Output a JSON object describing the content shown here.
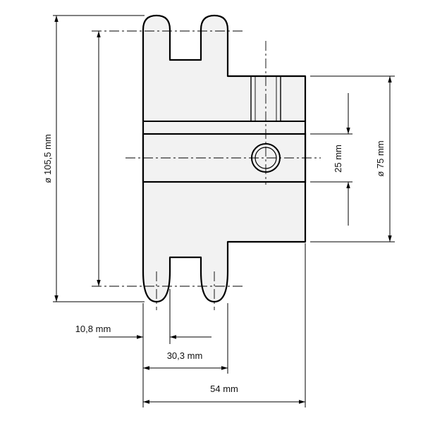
{
  "dimensions": {
    "outer_diameter": "ø 105,5 mm",
    "hub_diameter": "ø 75 mm",
    "bore": "25 mm",
    "tooth_width": "10,8 mm",
    "pitch": "30,3 mm",
    "total_width": "54 mm"
  },
  "colors": {
    "body_fill": "#f2f2f2",
    "line": "#000000",
    "background": "#ffffff"
  }
}
